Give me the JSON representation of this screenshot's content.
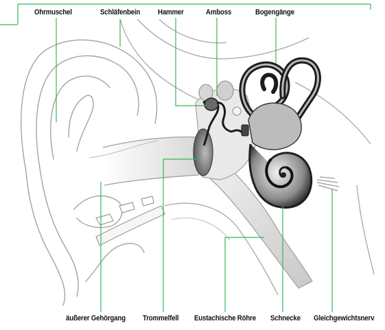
{
  "labels": {
    "ohrmuschel": "Ohrmuschel",
    "schlaefenbein": "Schläfenbein",
    "hammer": "Hammer",
    "amboss": "Amboss",
    "bogengaenge": "Bogengänge",
    "gehoergang": "äußerer Gehörgang",
    "trommelfell": "Trommelfell",
    "eustachische": "Eustachische Röhre",
    "schnecke": "Schnecke",
    "gleichgewichtsnerv": "Gleichgewichtsnerv"
  },
  "colors": {
    "leader": "#35b35a",
    "frame": "#35b35a",
    "outline": "#9a9a9a",
    "dark": "#1a1a1a"
  }
}
